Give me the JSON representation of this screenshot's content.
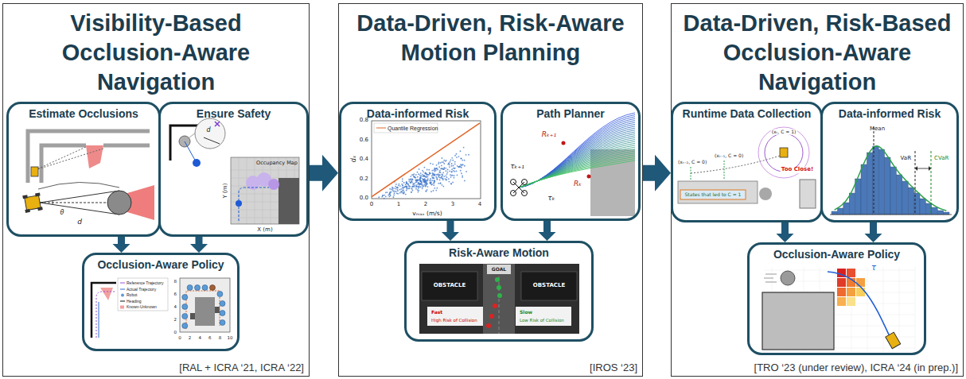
{
  "diagram": {
    "nodes": [
      {
        "text": [
          "Visibility-Based Occlusion-Aware Navigation",
          "[RAL + ICRA ‘21, ICRA ‘22]"
        ]
      },
      {
        "text": [
          "Estimate Occlusions"
        ],
        "in": 0
      },
      {
        "text": [
          "Ensure Safety"
        ],
        "in": 0
      },
      {
        "text": [
          "Occlusion-Aware Policy"
        ],
        "in": 0
      },
      {
        "text": [
          "Data-Driven, Risk-Aware Motion Planning",
          "[IROS ‘23]"
        ]
      },
      {
        "text": [
          "Data-informed Risk"
        ],
        "in": 4
      },
      {
        "text": [
          "Path Planner"
        ],
        "in": 4
      },
      {
        "text": [
          "Risk-Aware Motion"
        ],
        "in": 4
      },
      {
        "text": [
          "Data-Driven, Risk-Based Occlusion-Aware Navigation",
          "[TRO ‘23 (under review), ICRA ‘24 (in prep.)]"
        ]
      },
      {
        "text": [
          "Runtime Data Collection"
        ],
        "in": 8
      },
      {
        "text": [
          "Data-informed Risk"
        ],
        "in": 8
      },
      {
        "text": [
          "Occlusion-Aware Policy"
        ],
        "in": 8
      }
    ],
    "edges": [
      {
        "from": 0,
        "to": 4,
        "arrow": "to"
      },
      {
        "from": 4,
        "to": 8,
        "arrow": "to"
      },
      {
        "from": 1,
        "to": 3,
        "arrow": "to"
      },
      {
        "from": 2,
        "to": 3,
        "arrow": "to"
      },
      {
        "from": 5,
        "to": 7,
        "arrow": "to"
      },
      {
        "from": 6,
        "to": 7,
        "arrow": "to"
      },
      {
        "from": 9,
        "to": 11,
        "arrow": "to"
      },
      {
        "from": 10,
        "to": 11,
        "arrow": "to"
      }
    ],
    "labels": [
      "d",
      "θ",
      "d",
      "Occupancy Map",
      "X (m)",
      "Y (m)",
      "0",
      "2",
      "4",
      "6",
      "8",
      "10",
      "0",
      "2",
      "4",
      "6",
      "8",
      "0.0",
      "0.2",
      "0.4",
      "0.6",
      "0.8",
      "0",
      "1",
      "2",
      "3",
      "4",
      "vₘₐₓ (m/s)",
      "dₓ",
      "Rₖ₊₁",
      "Rₖ",
      "τₖ₊₁",
      "τₖ",
      "GOAL",
      "OBSTACLE",
      "OBSTACLE",
      "Fast",
      "High Risk of Collision",
      "Slow",
      "Low Risk of Collision",
      "(xₜ₋₂, C = 0)",
      "(xₜ₋₁, C = 0)",
      "(xₜ, C = 1)",
      "Too Close!",
      "States that led to C = 1",
      "Mean",
      "VaR",
      "CVaR",
      "τ"
    ],
    "legend": [
      {
        "text": "Reference Trajectory"
      },
      {
        "text": "Actual Trajectory"
      },
      {
        "text": "Robot"
      },
      {
        "text": "Heading"
      },
      {
        "text": "Known-Unknown"
      },
      {
        "text": "Quantile Regression"
      }
    ]
  }
}
